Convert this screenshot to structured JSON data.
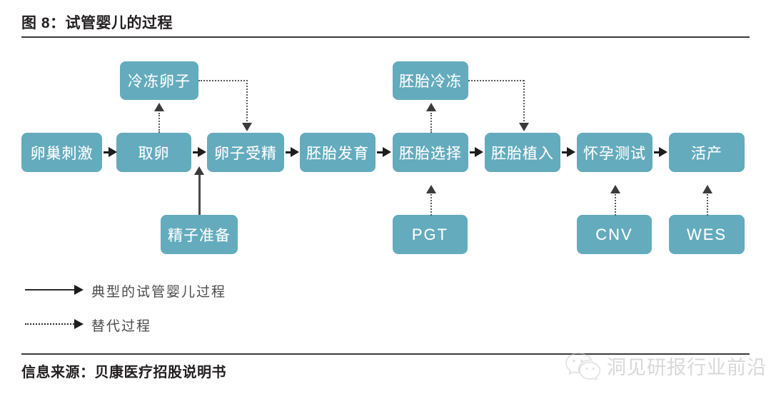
{
  "figure": {
    "title": "图 8：试管婴儿的过程",
    "source_note": "信息来源：贝康医疗招股说明书",
    "box_color": "#63abbd",
    "text_color": "#ffffff",
    "rule_color": "#3a3a3a"
  },
  "flow": {
    "main_row": [
      {
        "id": "ovarian-stimulation",
        "label": "卵巢刺激"
      },
      {
        "id": "egg-retrieval",
        "label": "取卵"
      },
      {
        "id": "egg-fertilization",
        "label": "卵子受精"
      },
      {
        "id": "embryo-development",
        "label": "胚胎发育"
      },
      {
        "id": "embryo-selection",
        "label": "胚胎选择"
      },
      {
        "id": "embryo-transfer",
        "label": "胚胎植入"
      },
      {
        "id": "pregnancy-test",
        "label": "怀孕测试"
      },
      {
        "id": "live-birth",
        "label": "活产"
      }
    ],
    "top_row": [
      {
        "id": "egg-freezing",
        "label": "冷冻卵子"
      },
      {
        "id": "embryo-freezing",
        "label": "胚胎冷冻"
      }
    ],
    "bottom_row": [
      {
        "id": "sperm-preparation",
        "label": "精子准备"
      },
      {
        "id": "pgt",
        "label": "PGT"
      },
      {
        "id": "cnv",
        "label": "CNV"
      },
      {
        "id": "wes",
        "label": "WES"
      }
    ]
  },
  "legend": {
    "items": [
      {
        "style": "solid",
        "label": "典型的试管婴儿过程"
      },
      {
        "style": "dotted",
        "label": "替代过程"
      }
    ]
  },
  "watermark": {
    "text": "洞见研报行业前沿",
    "icon": "wechat-icon",
    "color": "#b9b9b9"
  }
}
